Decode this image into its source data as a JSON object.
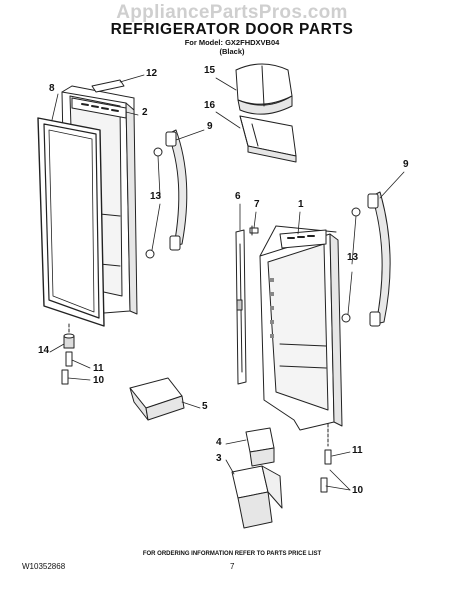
{
  "header": {
    "watermark": "AppliancePartsPros.com",
    "title": "REFRIGERATOR DOOR PARTS",
    "model_line": "For Model: GX2FHDXVB04",
    "color_line": "(Black)"
  },
  "callouts": {
    "c12": "12",
    "c8": "8",
    "c2": "2",
    "c9_left": "9",
    "c13_left": "13",
    "c15": "15",
    "c16": "16",
    "c6": "6",
    "c7": "7",
    "c1": "1",
    "c9_right": "9",
    "c13_right": "13",
    "c14": "14",
    "c11_left": "11",
    "c10_left": "10",
    "c5": "5",
    "c4": "4",
    "c3": "3",
    "c11_right": "11",
    "c10_right": "10"
  },
  "footer": {
    "order_note": "FOR ORDERING INFORMATION REFER TO PARTS PRICE LIST",
    "doc_number": "W10352868",
    "page_number": "7"
  }
}
